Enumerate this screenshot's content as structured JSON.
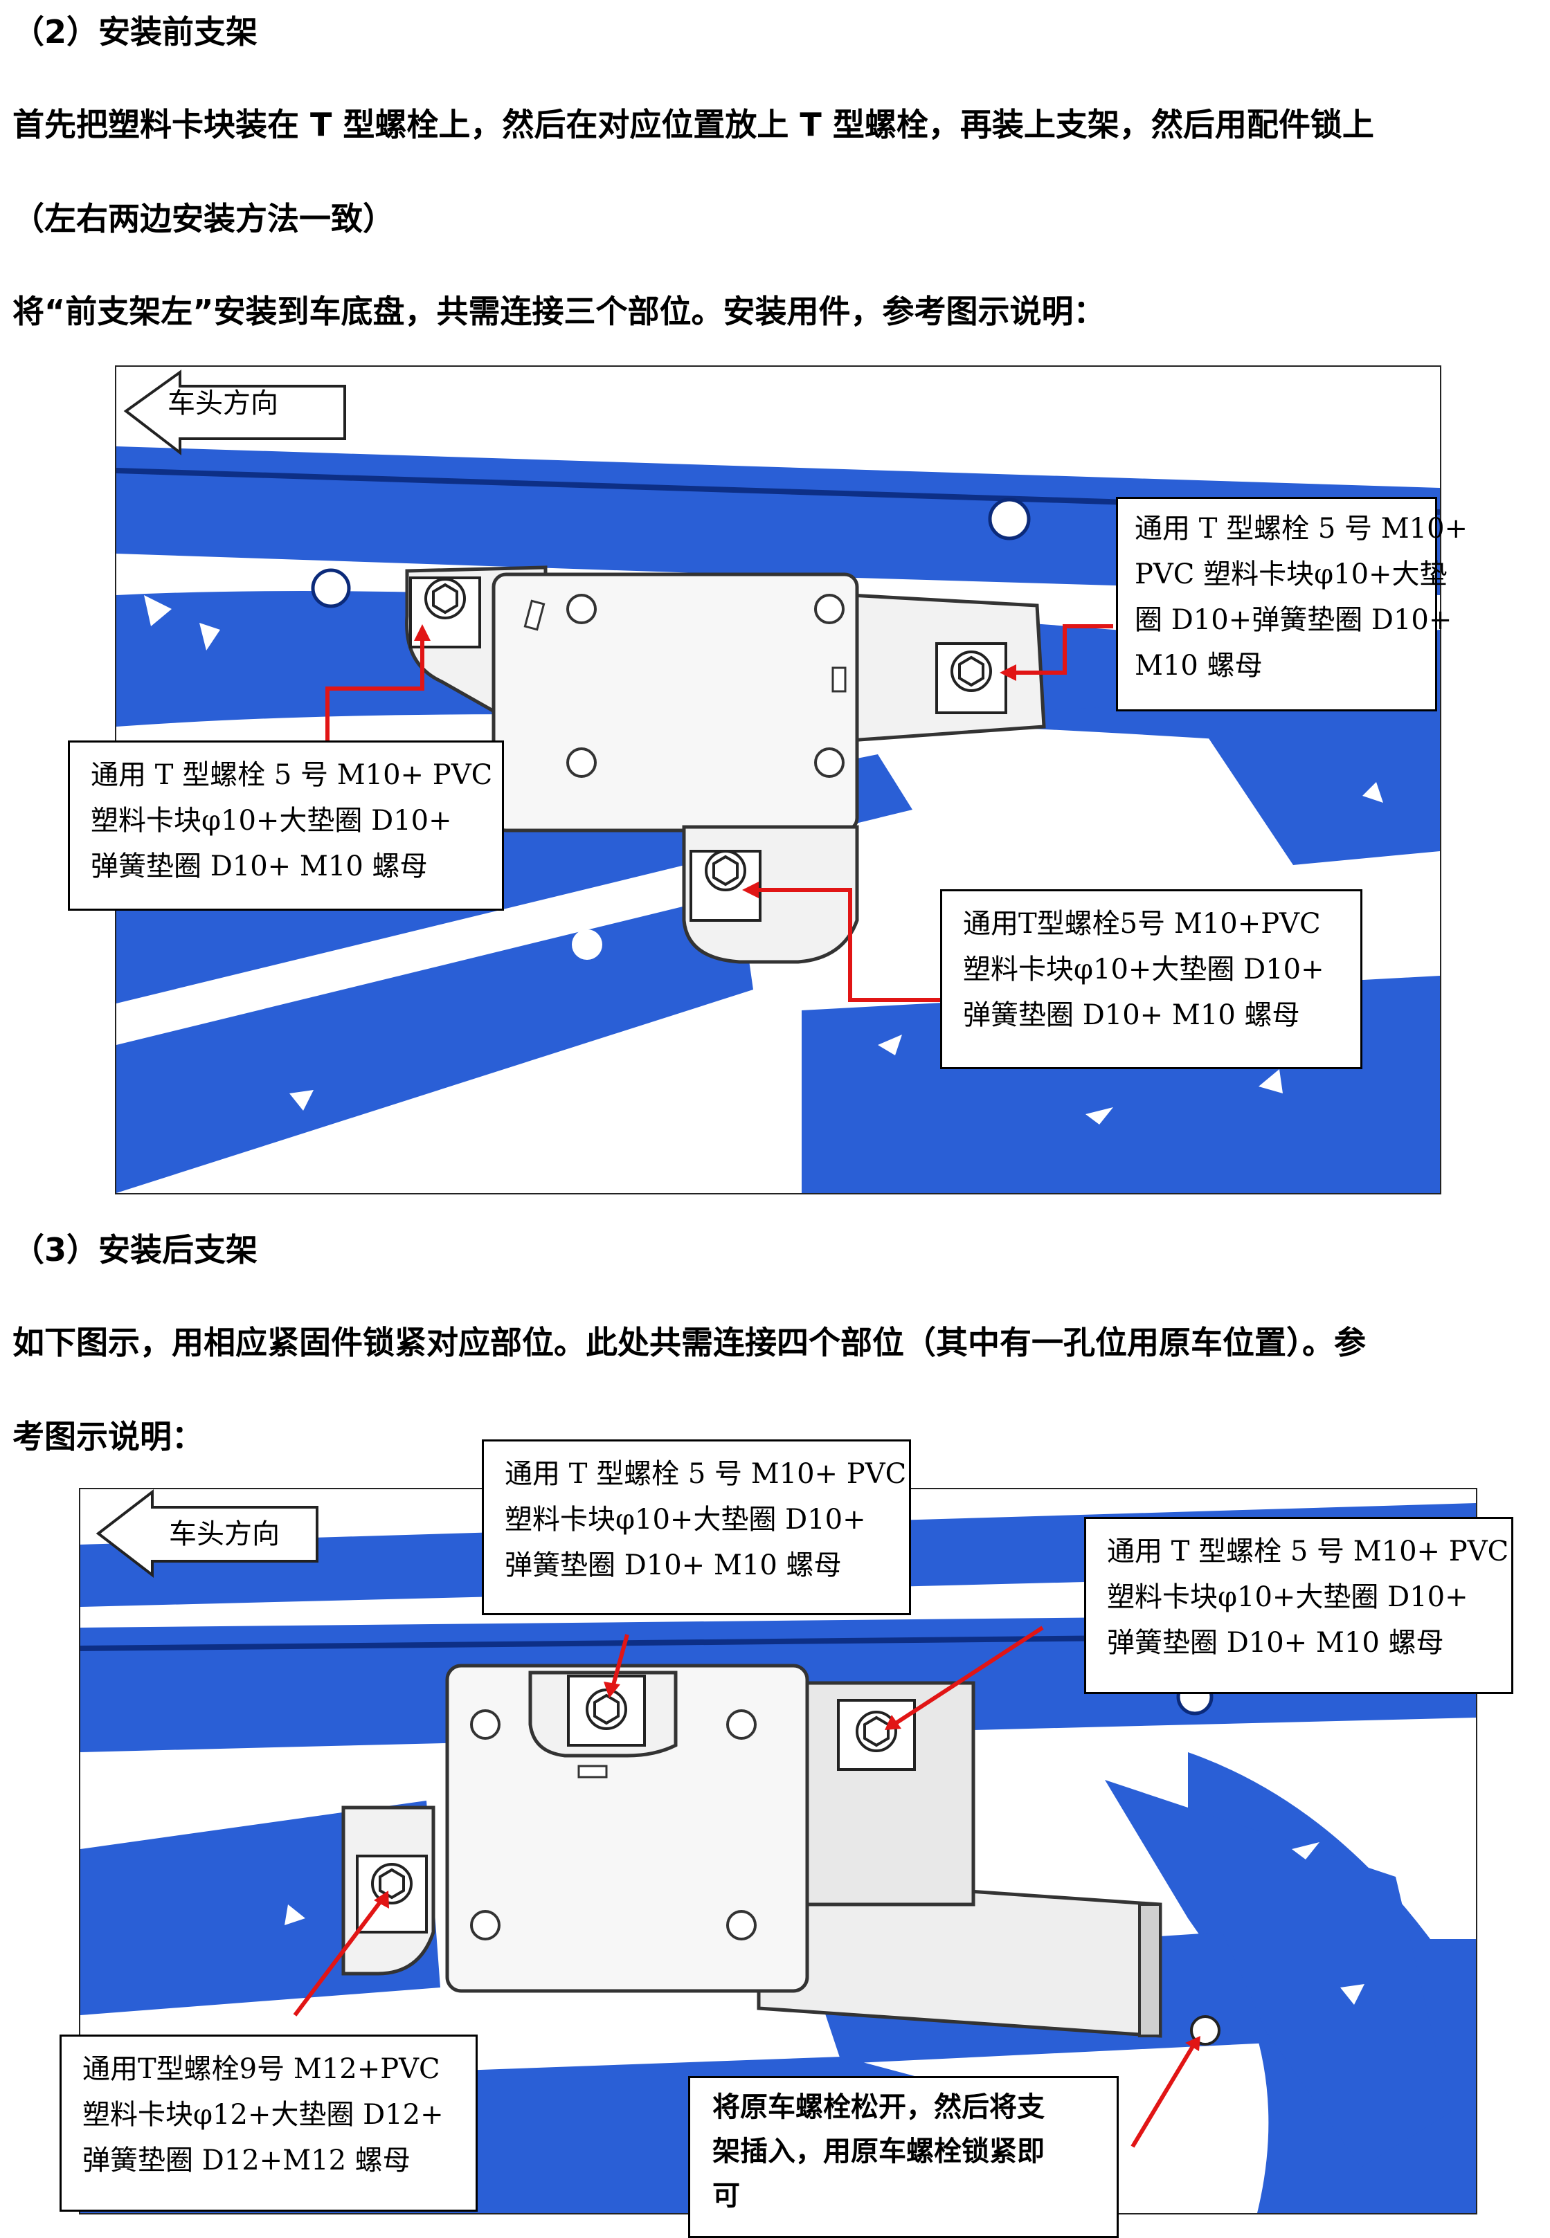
{
  "section2": {
    "heading": "（2）安装前支架",
    "para_line1": "首先把塑料卡块装在 T 型螺栓上，然后在对应位置放上 T 型螺栓，再装上支架，然后用配件锁上",
    "para_line2": "（左右两边安装方法一致）",
    "para_line3": "将“前支架左”安装到车底盘，共需连接三个部位。安装用件，参考图示说明：",
    "figure": {
      "direction_label": "车头方向",
      "callout_top_right": [
        "通用 T 型螺栓 5 号 M10+",
        "PVC 塑料卡块φ10+大垫",
        "圈 D10+弹簧垫圈 D10+",
        "M10 螺母"
      ],
      "callout_left": [
        "通用 T 型螺栓 5 号 M10+ PVC",
        "塑料卡块φ10+大垫圈 D10+",
        "弹簧垫圈 D10+ M10 螺母"
      ],
      "callout_bottom_right": [
        "通用T型螺栓5号 M10+PVC",
        "塑料卡块φ10+大垫圈 D10+",
        "弹簧垫圈 D10+ M10 螺母"
      ]
    }
  },
  "section3": {
    "heading": "（3）安装后支架",
    "para_line1": "如下图示，用相应紧固件锁紧对应部位。此处共需连接四个部位（其中有一孔位用原车位置）。参",
    "para_line2": "考图示说明：",
    "figure": {
      "direction_label": "车头方向",
      "callout_top_center": [
        "通用 T 型螺栓 5 号 M10+ PVC",
        "塑料卡块φ10+大垫圈 D10+",
        "弹簧垫圈 D10+ M10 螺母"
      ],
      "callout_top_right": [
        "通用 T 型螺栓 5 号 M10+ PVC",
        "塑料卡块φ10+大垫圈 D10+",
        "弹簧垫圈 D10+ M10 螺母"
      ],
      "callout_bottom_left": [
        "通用T型螺栓9号 M12+PVC",
        "塑料卡块φ12+大垫圈 D12+",
        "弹簧垫圈 D12+M12 螺母"
      ],
      "callout_bottom_center": [
        "将原车螺栓松开，然后将支",
        "架插入，用原车螺栓锁紧即",
        "可"
      ]
    }
  },
  "colors": {
    "chassis_blue": "#2a5fd6",
    "arrow_red": "#e11515"
  }
}
